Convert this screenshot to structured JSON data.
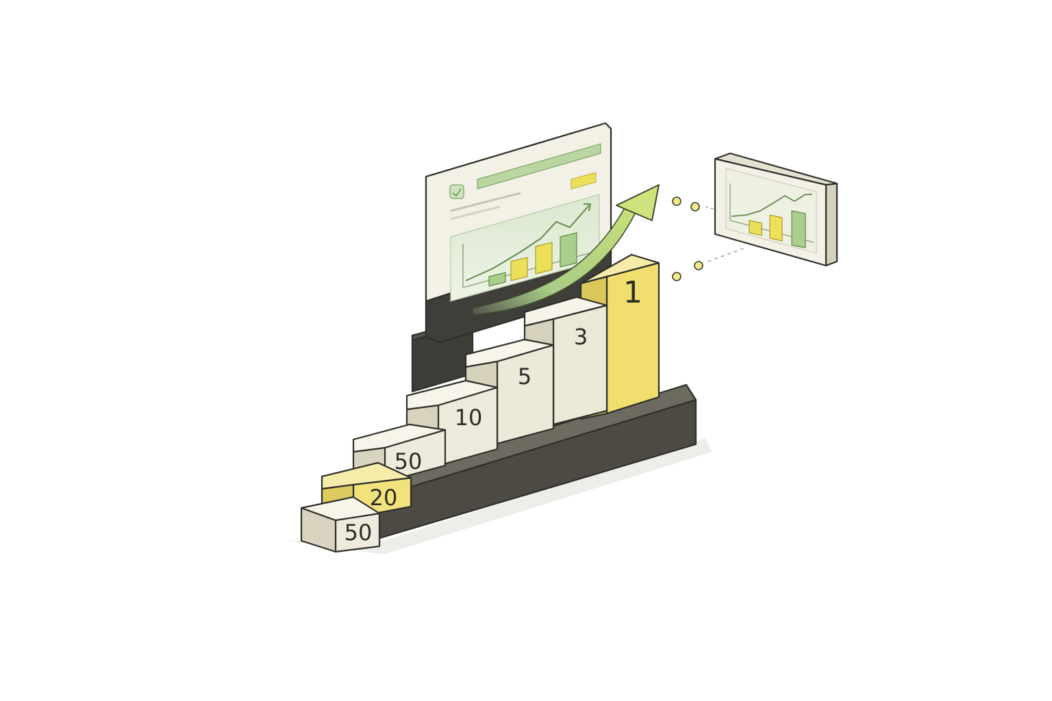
{
  "steps": [
    {
      "label": "50"
    },
    {
      "label": "20"
    },
    {
      "label": "50"
    },
    {
      "label": "10"
    },
    {
      "label": "5"
    },
    {
      "label": "3"
    },
    {
      "label": "1"
    }
  ],
  "colors": {
    "cream": "#efebdc",
    "cream_top": "#f6f3e8",
    "cream_side": "#d9d4bf",
    "yellow": "#f1e27c",
    "yellow_top": "#f6ecaa",
    "yellow_side": "#dccb5e",
    "dark": "#4a4842",
    "dark_top": "#6a675e",
    "green": "#a9cf8c",
    "green_dark": "#7fae66",
    "bar_yellow": "#ece05a",
    "screen_bg": "#f3f1e6"
  },
  "icons": {
    "growth_arrow": "trend-arrow-icon",
    "main_screen": "dashboard-screen-icon",
    "small_screen": "mini-dashboard-icon"
  }
}
